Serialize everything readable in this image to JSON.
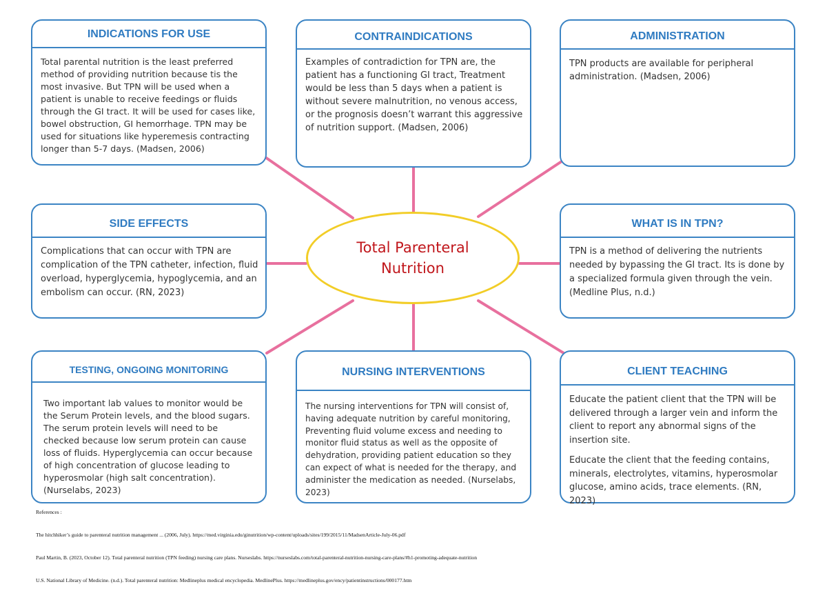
{
  "center": {
    "title": "Total Parenteral Nutrition"
  },
  "boxes": {
    "indications": {
      "heading": "INDICATIONS FOR USE",
      "text": "Total parental nutrition is the least preferred method of providing nutrition because tis the most invasive. But TPN will be used when a patient is unable to receive feedings or fluids through the GI tract. It will be used for cases like, bowel obstruction, GI hemorrhage. TPN may be used for situations like hyperemesis contracting longer than 5-7 days. (Madsen, 2006)"
    },
    "contraindications": {
      "heading": "CONTRAINDICATIONS",
      "text": "Examples of contradiction for TPN are, the patient has a functioning GI tract, Treatment would be less than 5 days when a patient is without severe malnutrition, no venous access, or the prognosis doesn’t warrant this aggressive of nutrition support. (Madsen, 2006)"
    },
    "administration": {
      "heading": "ADMINISTRATION",
      "text": "TPN products are available for peripheral administration. (Madsen, 2006)"
    },
    "side_effects": {
      "heading": "SIDE EFFECTS",
      "text": "Complications that can occur with TPN are complication of the TPN catheter, infection, fluid overload, hyperglycemia, hypoglycemia, and an embolism can occur. (RN, 2023)"
    },
    "what_is": {
      "heading": "WHAT IS IN TPN?",
      "text": "TPN is a method of delivering the nutrients needed by bypassing the GI tract. Its is done by a specialized formula given through the vein. (Medline Plus, n.d.)"
    },
    "testing": {
      "heading": "TESTING, ONGOING MONITORING",
      "text": "Two important lab values to monitor would be the Serum Protein levels, and the blood sugars. The serum protein levels will need to be checked because low serum protein can cause loss of fluids. Hyperglycemia can occur because of high concentration of glucose leading to hyperosmolar (high salt concentration). (Nurselabs, 2023)"
    },
    "nursing": {
      "heading": "NURSING INTERVENTIONS",
      "text": "The nursing interventions for TPN will consist of, having adequate nutrition by careful monitoring, Preventing fluid volume excess and needing to monitor fluid status as well as the opposite of dehydration, providing patient education so they can expect of what is needed for the therapy, and administer the medication as needed. (Nurselabs, 2023)"
    },
    "teaching": {
      "heading": "CLIENT TEACHING",
      "text1": "Educate the patient client that the TPN will be delivered through a larger vein and inform the client to report any abnormal signs of the insertion site.",
      "text2": "Educate the client that the feeding contains, minerals, electrolytes, vitamins, hyperosmolar glucose, amino acids, trace elements. (RN, 2023)"
    }
  },
  "references": {
    "title": "References :",
    "items": [
      "The hitchhiker’s guide to parenteral nutrition management ... (2006, July). https://med.virginia.edu/ginutrition/wp-content/uploads/sites/199/2015/11/MadsenArticle-July-06.pdf",
      "Paul Martin, B. (2023, October 12). Total parenteral nutrition (TPN feeding) nursing care plans. Nurseslabs. https://nurseslabs.com/total-parenteral-nutrition-nursing-care-plans/#h1-promoting-adequate-nutrition",
      "U.S. National Library of Medicine. (n.d.). Total parenteral nutrition: Medlineplus medical encyclopedia. MedlinePlus. https://medlineplus.gov/ency/patientinstructions/000177.htm"
    ]
  },
  "colors": {
    "box_border": "#3b84c4",
    "heading": "#2f7bc1",
    "connector": "#e8709e",
    "ellipse_border": "#f2cd27",
    "center_text": "#c0161b"
  }
}
